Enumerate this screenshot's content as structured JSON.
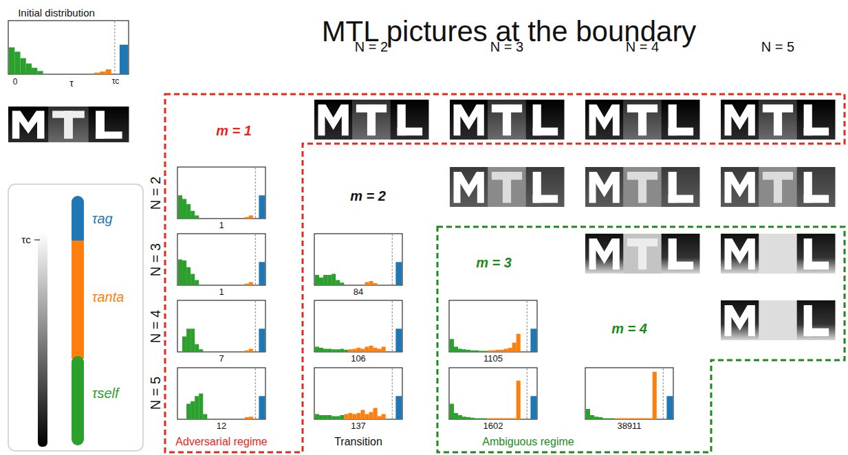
{
  "diagram": {
    "title": "MTL pictures at the boundary",
    "labels": [
      "Initial distribution",
      "0",
      "τ",
      "τc",
      "τc",
      "N = 2",
      "N = 3",
      "N = 4",
      "N = 5",
      "N = 2",
      "N = 3",
      "N = 4",
      "N = 5",
      "m = 1",
      "m = 2",
      "m = 3",
      "m = 4",
      "1",
      "1",
      "7",
      "12",
      "84",
      "106",
      "137",
      "1105",
      "1602",
      "38911",
      "Adversarial regime",
      "Transition",
      "Ambiguous regime"
    ],
    "legend": [
      {
        "text": "τag",
        "color": "#1f77b4"
      },
      {
        "text": "τanta",
        "color": "#ff7f0e"
      },
      {
        "text": "τself",
        "color": "#2ca02c"
      }
    ]
  }
}
